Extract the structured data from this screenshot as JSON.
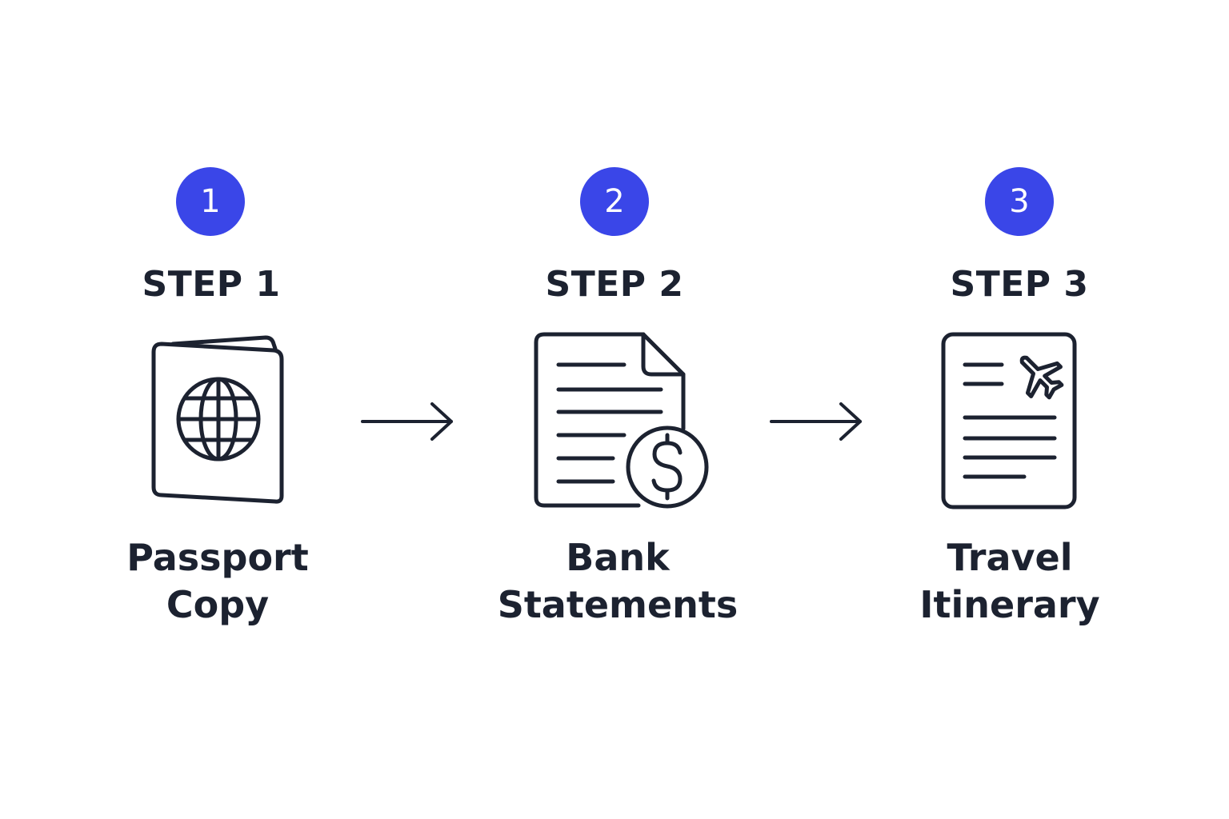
{
  "steps": [
    {
      "number": "1",
      "title": "STEP 1",
      "label_line1": "Passport",
      "label_line2": "Copy",
      "icon": "passport-icon"
    },
    {
      "number": "2",
      "title": "STEP 2",
      "label_line1": "Bank",
      "label_line2": "Statements",
      "icon": "bank-statement-icon"
    },
    {
      "number": "3",
      "title": "STEP 3",
      "label_line1": "Travel",
      "label_line2": "Itinerary",
      "icon": "travel-itinerary-icon"
    }
  ],
  "colors": {
    "accent": "#3a46e8",
    "ink": "#1c2230",
    "background": "#ffffff"
  }
}
